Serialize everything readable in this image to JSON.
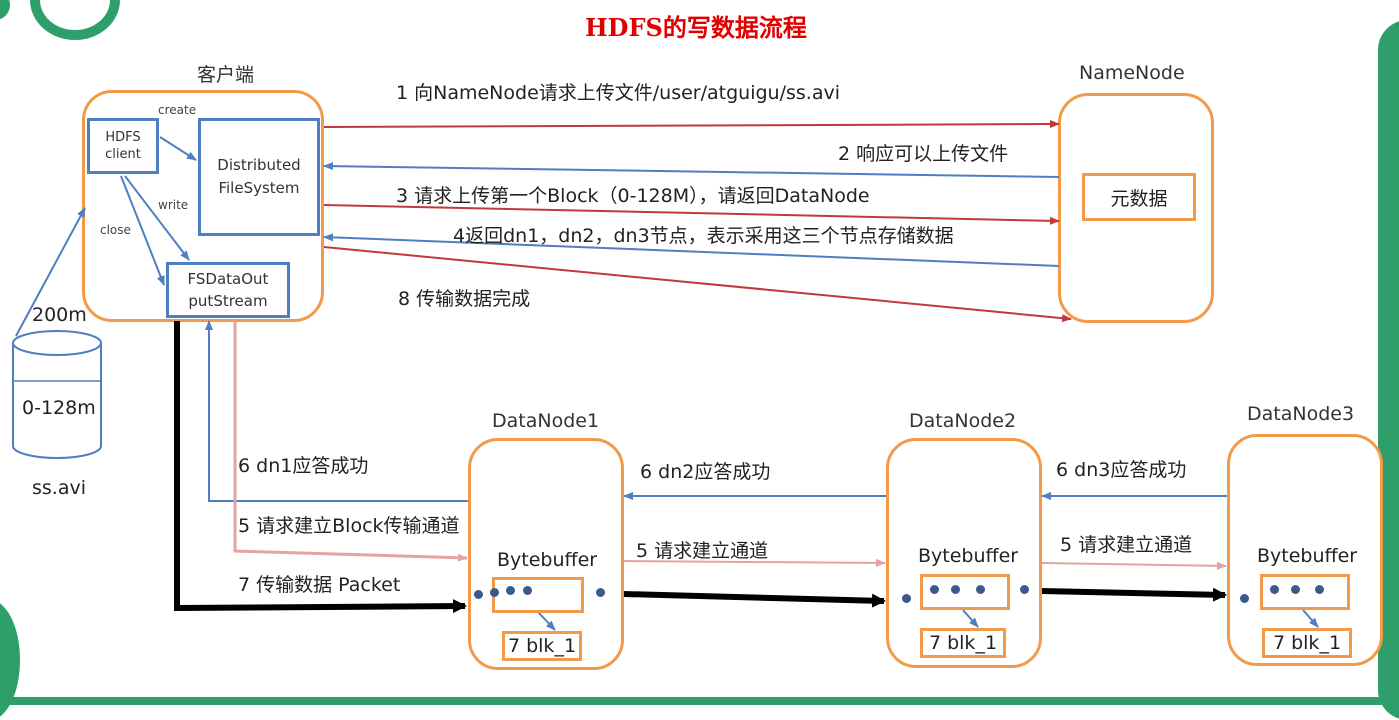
{
  "title": "HDFS的写数据流程",
  "client": {
    "label": "客户端",
    "hdfs_client": "HDFS client",
    "dfs": "Distributed FileSystem",
    "fsdos": "FSDataOut putStream",
    "create": "create",
    "write": "write",
    "close": "close"
  },
  "file": {
    "size": "200m",
    "block": "0-128m",
    "name": "ss.avi"
  },
  "namenode": {
    "label": "NameNode",
    "metadata": "元数据"
  },
  "steps": {
    "s1": "1 向NameNode请求上传文件/user/atguigu/ss.avi",
    "s2": "2 响应可以上传文件",
    "s3": "3 请求上传第一个Block（0-128M），请返回DataNode",
    "s4": "4返回dn1，dn2，dn3节点，表示采用这三个节点存储数据",
    "s8": "8 传输数据完成",
    "s6_dn1": "6 dn1应答成功",
    "s5_dn1": "5 请求建立Block传输通道",
    "s7": "7 传输数据  Packet",
    "s6_dn2": "6 dn2应答成功",
    "s5_dn2": "5 请求建立通道",
    "s6_dn3": "6 dn3应答成功",
    "s5_dn3": "5 请求建立通道"
  },
  "datanodes": [
    {
      "label": "DataNode1",
      "buffer": "Bytebuffer",
      "blk": "7 blk_1"
    },
    {
      "label": "DataNode2",
      "buffer": "Bytebuffer",
      "blk": "7 blk_1"
    },
    {
      "label": "DataNode3",
      "buffer": "Bytebuffer",
      "blk": "7 blk_1"
    }
  ],
  "colors": {
    "title": "#e00000",
    "orange_box": "#f29a4a",
    "blue_box": "#4f7fbf",
    "request_arrow": "#c0393b",
    "response_arrow": "#4f7fbf",
    "pipeline_arrow": "#e3a3a3",
    "data_arrow": "#000000",
    "background_decor": "#2e9e6a"
  }
}
